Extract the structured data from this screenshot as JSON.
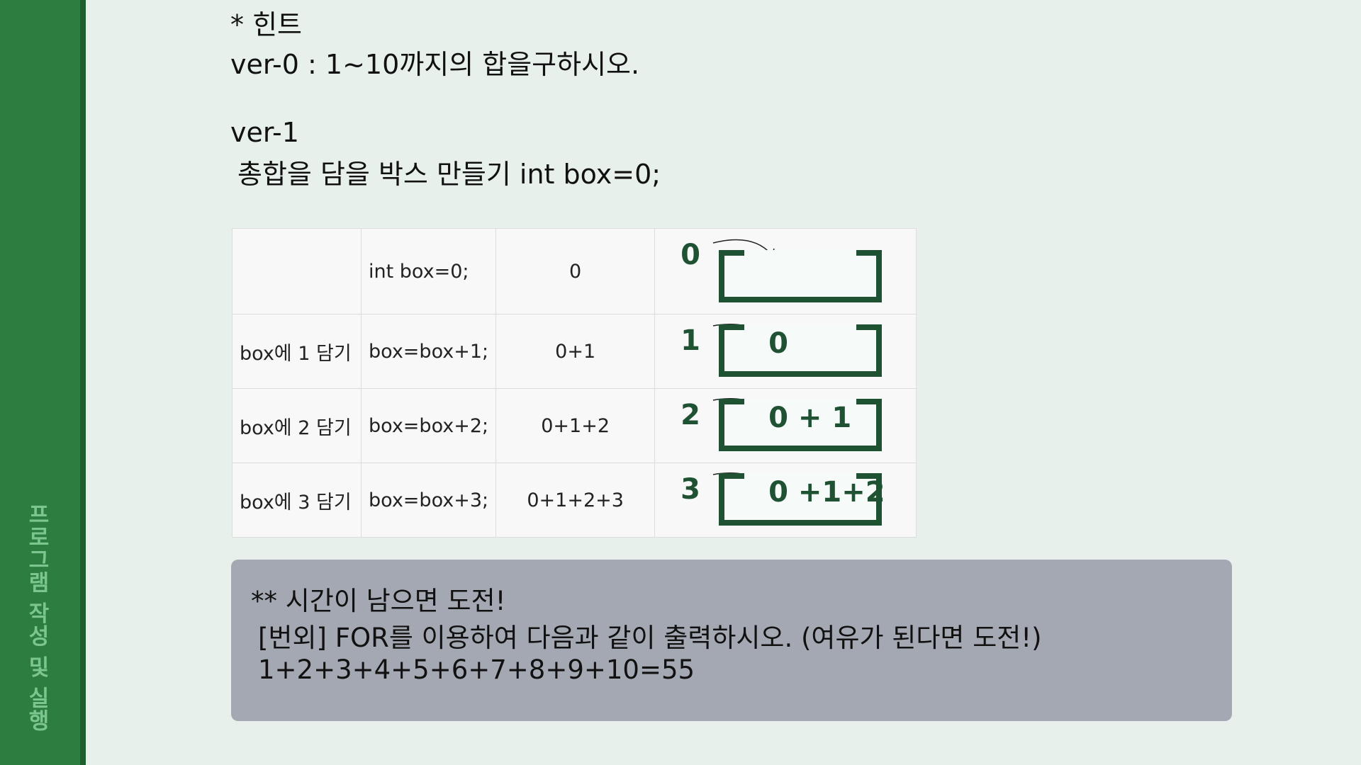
{
  "sidebar": {
    "title": "프로그램 작성 및 실행"
  },
  "hint": {
    "title": "* 힌트",
    "ver0": "ver-0 : 1~10까지의 합을구하시오.",
    "ver1": "ver-1",
    "ver1_desc": "총합을 담을 박스 만들기 int box=0;"
  },
  "trace_table": {
    "rows": [
      {
        "desc": "",
        "code": "int  box=0;",
        "expr": "0",
        "step": "0",
        "box_value": ""
      },
      {
        "desc": "box에 1 담기",
        "code": "box=box+1;",
        "expr": "0+1",
        "step": "1",
        "box_value": "0"
      },
      {
        "desc": "box에 2 담기",
        "code": "box=box+2;",
        "expr": "0+1+2",
        "step": "2",
        "box_value": "0 + 1"
      },
      {
        "desc": "box에 3 담기",
        "code": "box=box+3;",
        "expr": "0+1+2+3",
        "step": "3",
        "box_value": "0 +1+2"
      }
    ]
  },
  "challenge": {
    "line1": "**  시간이 남으면 도전!",
    "line2": "[번외] FOR를 이용하여 다음과 같이 출력하시오.   (여유가 된다면 도전!)",
    "line3": "1+2+3+4+5+6+7+8+9+10=55"
  },
  "colors": {
    "background": "#e8f0ec",
    "sidebar": "#2e7d40",
    "sidebar_text": "#7cc58e",
    "box": "#1f5133",
    "challenge_bg": "#a4a8b2"
  }
}
